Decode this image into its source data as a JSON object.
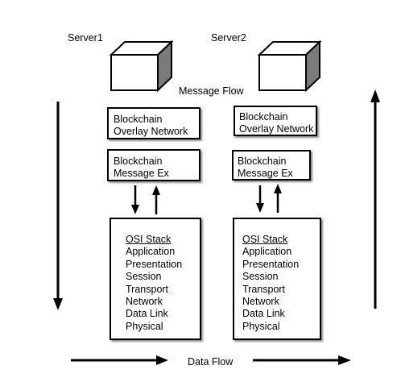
{
  "servers": [
    {
      "label": "Server1",
      "overlay": [
        "Blockchain",
        "Overlay Network"
      ],
      "message": [
        "Blockchain",
        "Message Ex"
      ],
      "osi_title": "OSI Stack",
      "osi_layers": [
        "Application",
        "Presentation",
        "Session",
        "Transport",
        "Network",
        "Data Link",
        "Physical"
      ]
    },
    {
      "label": "Server2",
      "overlay": [
        "Blockchain",
        "Overlay Network"
      ],
      "message": [
        "Blockchain",
        "Message Ex"
      ],
      "osi_title": "OSI Stack",
      "osi_layers": [
        "Application",
        "Presentation",
        "Session",
        "Transport",
        "Network",
        "Data Link",
        "Physical"
      ]
    }
  ],
  "message_flow_label": "Message Flow",
  "data_flow_label": "Data Flow"
}
